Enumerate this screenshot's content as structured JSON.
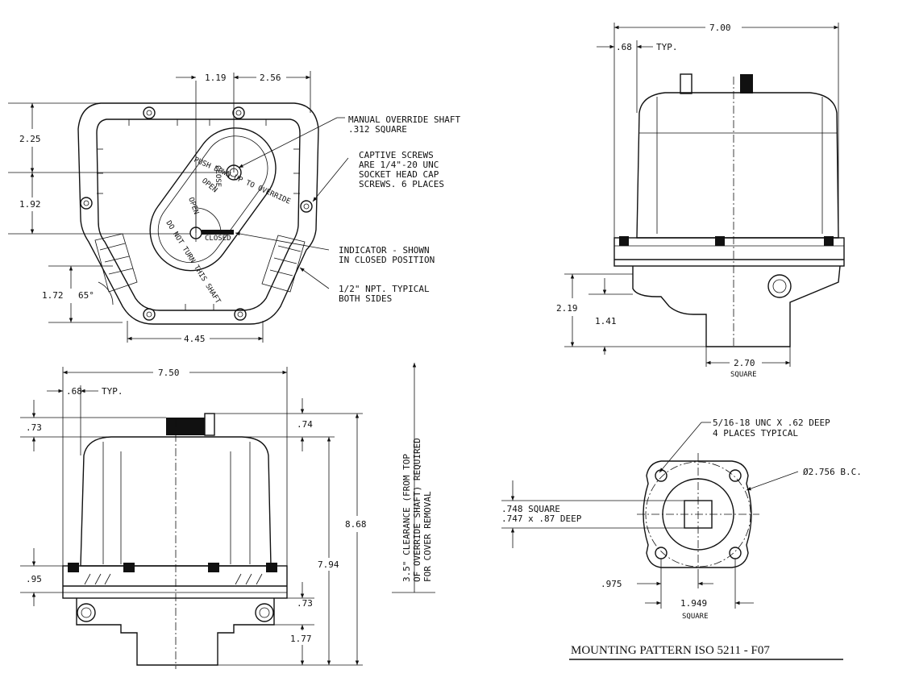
{
  "top_view": {
    "dims": {
      "d_1_19": "1.19",
      "d_2_56": "2.56",
      "d_2_25": "2.25",
      "d_1_92": "1.92",
      "d_1_72": "1.72",
      "d_65": "65°",
      "d_4_45": "4.45"
    },
    "callouts": {
      "override_shaft_1": "MANUAL OVERRIDE SHAFT",
      "override_shaft_2": ".312 SQUARE",
      "captive_1": "CAPTIVE SCREWS",
      "captive_2": "ARE 1/4\"-20 UNC",
      "captive_3": "SOCKET HEAD CAP",
      "captive_4": "SCREWS. 6 PLACES",
      "indicator_1": "INDICATOR - SHOWN",
      "indicator_2": "IN CLOSED POSITION",
      "npt_1": "1/2\" NPT. TYPICAL",
      "npt_2": "BOTH SIDES"
    },
    "plate": {
      "push_text": "PUSH DOWN UP TO OVERRIDE",
      "donot_text": "DO NOT TURN THIS SHAFT",
      "open": "OPEN",
      "closed": "CLOSED",
      "close_arrow": "CLOSE",
      "open_arrow": "OPEN"
    }
  },
  "side_view_right": {
    "dims": {
      "d_7_00": "7.00",
      "d_68": ".68",
      "typ": "TYP.",
      "d_2_19": "2.19",
      "d_1_41": "1.41",
      "d_2_70": "2.70",
      "square": "SQUARE"
    }
  },
  "front_view": {
    "dims": {
      "d_7_50": "7.50",
      "d_68": ".68",
      "typ": "TYP.",
      "d_73_left": ".73",
      "d_74": ".74",
      "d_8_68": "8.68",
      "d_7_94": "7.94",
      "d_95": ".95",
      "d_73_right": ".73",
      "d_1_77": "1.77"
    }
  },
  "clearance_note": {
    "line_1": "3.5\" CLEARANCE (FROM TOP",
    "line_2": "OF OVERRIDE SHAFT) REQUIRED",
    "line_3": "FOR COVER REMOVAL"
  },
  "mounting": {
    "tap_1": "5/16-18 UNC X .62 DEEP",
    "tap_2": "4 PLACES TYPICAL",
    "bc": "Ø2.756 B.C.",
    "square_1": ".748 SQUARE",
    "square_2": ".747 x .87 DEEP",
    "d_975": ".975",
    "d_1_949": "1.949",
    "square": "SQUARE",
    "title": "MOUNTING PATTERN ISO 5211 - F07"
  }
}
